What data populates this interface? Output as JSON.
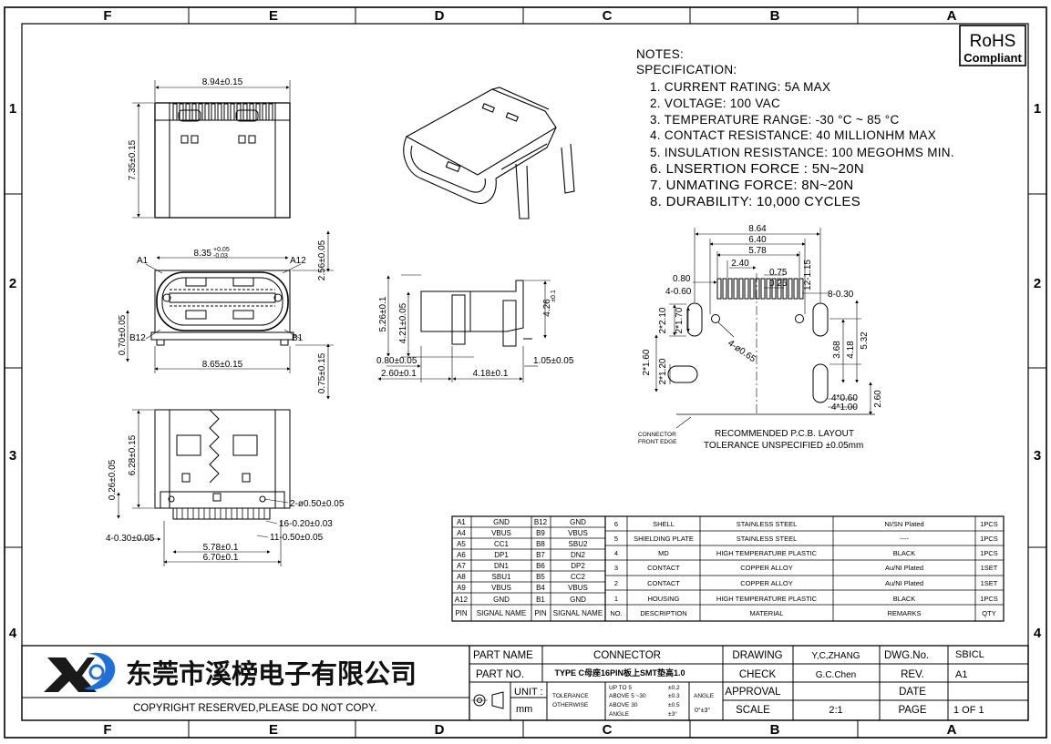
{
  "border": {
    "cols_top": [
      "F",
      "E",
      "D",
      "C",
      "B",
      "A"
    ],
    "cols_bottom": [
      "F",
      "E",
      "D",
      "C",
      "B",
      "A"
    ],
    "rows_left": [
      "1",
      "2",
      "3",
      "4"
    ],
    "rows_right": [
      "1",
      "2",
      "3",
      "4"
    ]
  },
  "rohs": {
    "line1": "RoHS",
    "line2": "Compliant"
  },
  "notes": {
    "heading1": "NOTES:",
    "heading2": "SPECIFICATION:",
    "items": [
      "1. CURRENT RATING: 5A MAX",
      "2. VOLTAGE: 100 VAC",
      "3. TEMPERATURE RANGE: -30 °C ~ 85 °C",
      "4. CONTACT RESISTANCE: 40 MILLIONHM MAX",
      "5. INSULATION RESISTANCE: 100 MEGOHMS MIN.",
      "6.  LNSERTION  FORCE  :  5N~20N",
      "7.  UNMATING FORCE: 8N~20N",
      "8.  DURABILITY:    10,000  CYCLES"
    ]
  },
  "dims": {
    "top_width": "8.94±0.15",
    "top_height": "7.35±0.15",
    "front_inner": "8.35",
    "front_tol_up": "+0.05",
    "front_tol_dn": "-0.03",
    "a1": "A1",
    "a12": "A12",
    "b12": "B12",
    "b1": "B1",
    "front_h1": "2.56±0.05",
    "front_h2": "0.70±0.05",
    "front_bottom": "8.65±0.15",
    "front_h3": "0.75±0.15",
    "side_h1": "5.26±0.1",
    "side_h2": "4.21±0.05",
    "side_h3": "4.26",
    "side_h3_tol": "±0.1",
    "side_w1": "0.80±0.05",
    "side_w2": "1.05±0.05",
    "side_w3": "2.60±0.1",
    "side_w4": "4.18±0.1",
    "bot_h1": "6.28±0.15",
    "bot_h2": "0.26±0.05",
    "bot_hole": "2-ø0.50±0.05",
    "bot_pins1": "16-0.20±0.03",
    "bot_pins2": "11-0.50±0.05",
    "bot_left": "4-0.30±0.05",
    "bot_w1": "5.78±0.1",
    "bot_w2": "6.70±0.1",
    "pcb_864": "8.64",
    "pcb_640": "6.40",
    "pcb_578": "5.78",
    "pcb_240": "2.40",
    "pcb_080": "0.80",
    "pcb_075": "0.75",
    "pcb_025": "0.25",
    "pcb_4060": "4-0.60",
    "pcb_12115": "12-1.15",
    "pcb_8030": "8-0.30",
    "pcb_2210": "2*2.10",
    "pcb_2170": "2*1.70",
    "pcb_dia": "4-ø0.65",
    "pcb_2160": "2*1.60",
    "pcb_2120": "2*1.20",
    "pcb_368": "3.68",
    "pcb_418": "4.18",
    "pcb_532": "5.32",
    "pcb_4060b": "4*0.60",
    "pcb_4100": "4*1.00",
    "pcb_260": "2.60",
    "front_edge1": "CONNECTOR",
    "front_edge2": "FRONT EDGE",
    "pcb_title1": "RECOMMENDED  P.C.B. LAYOUT",
    "pcb_title2": "TOLERANCE UNSPECIFIED ±0.05mm"
  },
  "pin_table": [
    [
      "A1",
      "GND",
      "B12",
      "GND"
    ],
    [
      "A4",
      "VBUS",
      "B9",
      "VBUS"
    ],
    [
      "A5",
      "CC1",
      "B8",
      "SBU2"
    ],
    [
      "A6",
      "DP1",
      "B7",
      "DN2"
    ],
    [
      "A7",
      "DN1",
      "B6",
      "DP2"
    ],
    [
      "A8",
      "SBU1",
      "B5",
      "CC2"
    ],
    [
      "A9",
      "VBUS",
      "B4",
      "VBUS"
    ],
    [
      "A12",
      "GND",
      "B1",
      "GND"
    ]
  ],
  "pin_header": [
    "PIN",
    "SIGNAL NAME",
    "PIN",
    "SIGNAL NAME"
  ],
  "bom": [
    [
      "6",
      "SHELL",
      "STAINLESS STEEL",
      "NI/SN   Plated",
      "1PCS"
    ],
    [
      "5",
      "SHIELDING PLATE",
      "STAINLESS STEEL",
      "----",
      "1PCS"
    ],
    [
      "4",
      "MD",
      "HIGH TEMPERATURE PLASTIC",
      "BLACK",
      "1PCS"
    ],
    [
      "3",
      "CONTACT",
      "COPPER ALLOY",
      "Au/NI Plated",
      "1SET"
    ],
    [
      "2",
      "CONTACT",
      "COPPER ALLOY",
      "Au/NI Plated",
      "1SET"
    ],
    [
      "1",
      "HOUSING",
      "HIGH TEMPERATURE PLASTIC",
      "BLACK",
      "1PCS"
    ]
  ],
  "bom_header": [
    "NO.",
    "DESCRIPTION",
    "MATERIAL",
    "REMARKS",
    "QTY"
  ],
  "title_block": {
    "company": "东莞市溪榜电子有限公司",
    "copyright": "COPYRIGHT RESERVED,PLEASE DO NOT COPY.",
    "part_name_label": "PART NAME",
    "part_name": "CONNECTOR",
    "part_no_label": "PART NO.",
    "part_no": "TYPE C母座16PIN板上SMT垫高1.0",
    "unit_label": "UNIT :",
    "unit": "mm",
    "tolerance_label1": "TOLERANCE",
    "tolerance_label2": "OTHERWISE",
    "tol_r1": "UP TO 5",
    "tol_r1v": "±0.2",
    "tol_r2": "ABOVE 5 ~30",
    "tol_r2v": "±0.3",
    "tol_r3": "ABOVE 30",
    "tol_r3v": "±0.5",
    "tol_r4": "ANGLE",
    "tol_r4v": "±3°",
    "angle_label": "ANGLE",
    "angle_value": "0°±3°",
    "drawing_label": "DRAWING",
    "drawing": "Y,C,ZHANG",
    "check_label": "CHECK",
    "check": "G.C.Chen",
    "approval_label": "APPROVAL",
    "approval": "",
    "scale_label": "SCALE",
    "scale": "2:1",
    "dwgno_label": "DWG.No.",
    "dwgno": "SBICL",
    "rev_label": "REV.",
    "rev": "A1",
    "date_label": "DATE",
    "date": "",
    "page_label": "PAGE",
    "page": "1  OF  1"
  },
  "colors": {
    "line": "#000000",
    "logo_dark": "#1a1a1a",
    "logo_blue": "#1f6fd6",
    "company_blue": "#1565c0"
  }
}
